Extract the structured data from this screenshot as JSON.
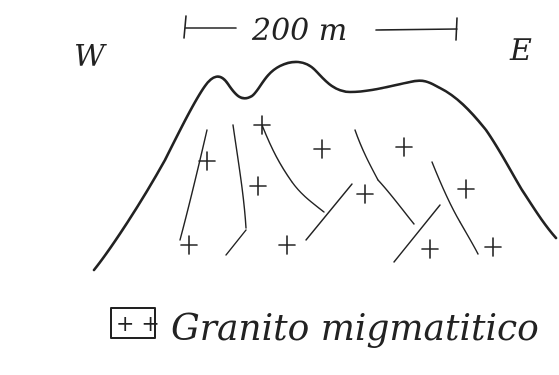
{
  "figure": {
    "scale_label": "200 m",
    "west_label": "W",
    "east_label": "E",
    "legend_symbol": "+ +",
    "legend_label": "Granito migmatitico",
    "ink_color": "#222222",
    "background_color": "#ffffff"
  }
}
